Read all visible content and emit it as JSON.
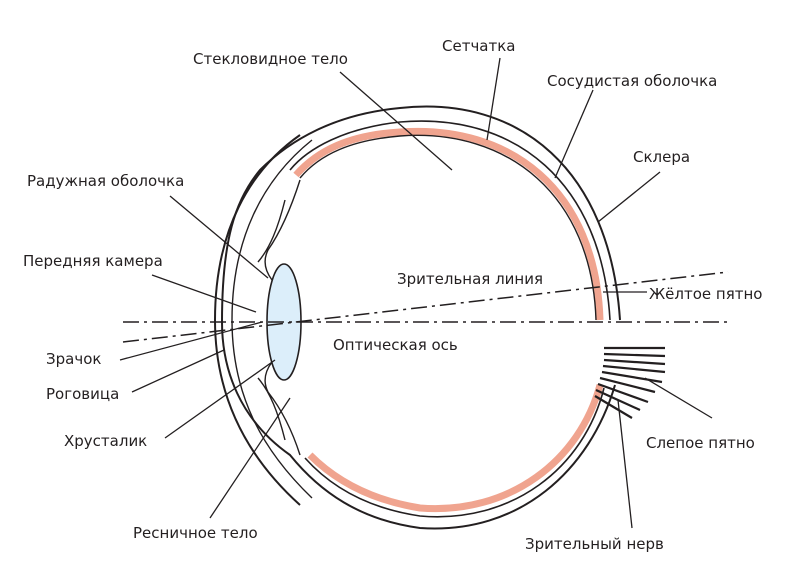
{
  "diagram": {
    "colors": {
      "outline": "#231f20",
      "retina": "#f0a48f",
      "lens": "#dceefa",
      "background": "#ffffff"
    },
    "labels": {
      "vitreous_body": "Стекловидное тело",
      "retina": "Сетчатка",
      "choroid": "Сосудистая оболочка",
      "sclera": "Склера",
      "iris": "Радужная оболочка",
      "anterior_chamber": "Передняя камера",
      "visual_line": "Зрительная линия",
      "macula": "Жёлтое пятно",
      "optical_axis": "Оптическая ось",
      "pupil": "Зрачок",
      "cornea": "Роговица",
      "lens": "Хрусталик",
      "blind_spot": "Слепое пятно",
      "ciliary_body": "Ресничное тело",
      "optic_nerve": "Зрительный нерв"
    }
  }
}
